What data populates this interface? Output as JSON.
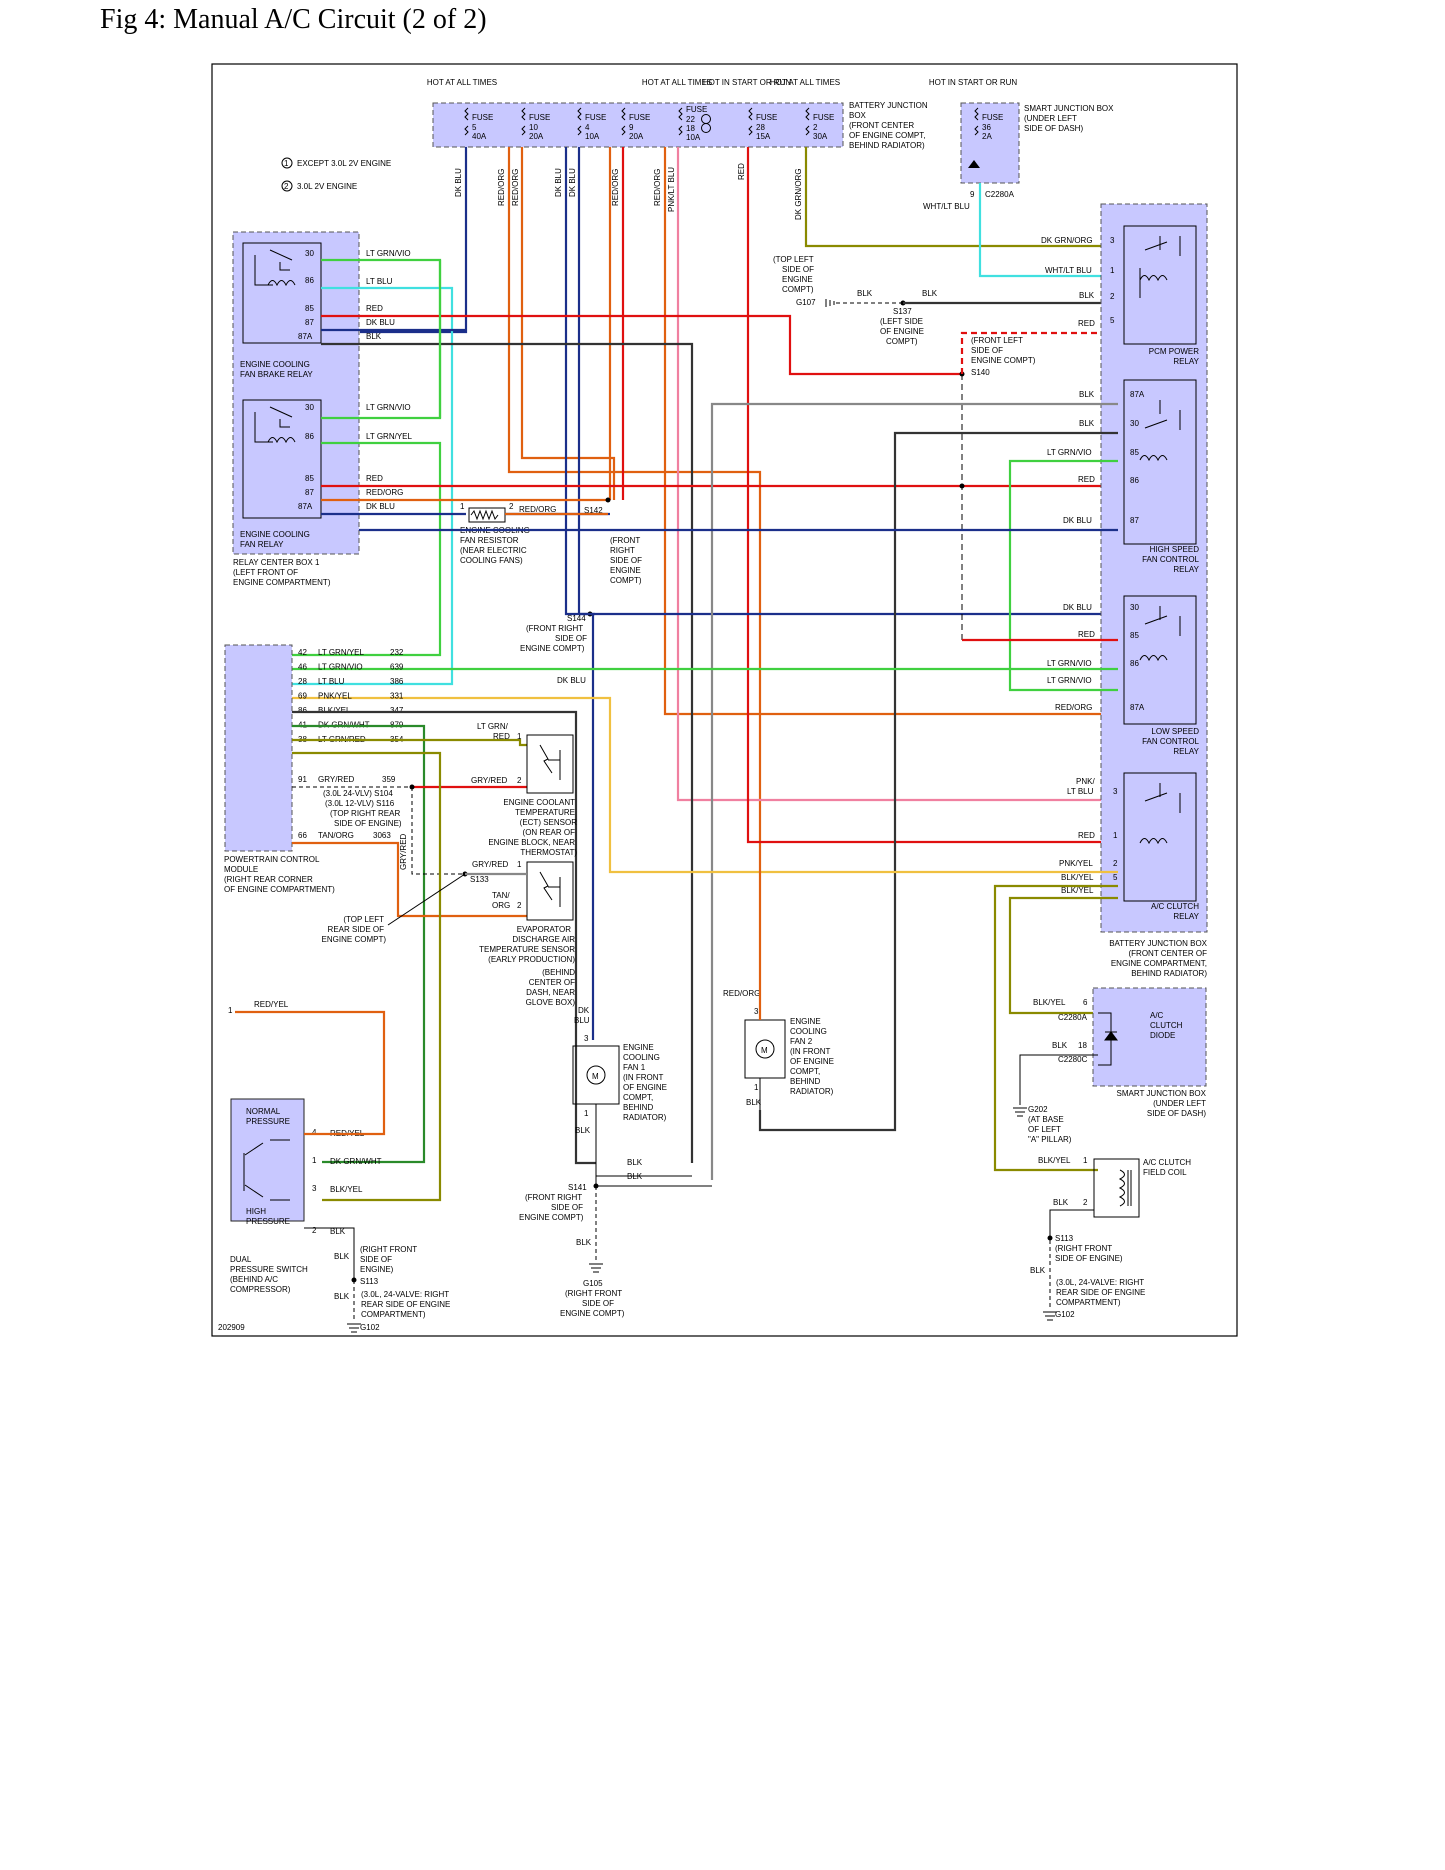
{
  "figure": {
    "title": "Fig 4: Manual A/C Circuit (2 of 2)",
    "code": "202909",
    "notes": {
      "n1": "EXCEPT 3.0L 2V ENGINE",
      "n2": "3.0L 2V ENGINE"
    }
  },
  "colors": {
    "DK_BLU": "#1b2f8a",
    "RED": "#e01010",
    "RED_ORG": "#e06010",
    "LT_GRN": "#40d040",
    "LT_BLU": "#40e0e0",
    "BLK": "#333333",
    "GRY": "#909090",
    "YEL": "#f0c040",
    "GRN_DK": "#8a8a00",
    "VIO": "#b080c0",
    "PNK": "#f080a0",
    "box_fill": "#c8c8ff"
  },
  "top": {
    "hot1": "HOT AT ALL TIMES",
    "hot2": "HOT AT ALL TIMES",
    "hot3": "HOT IN START OR RUN",
    "hot4": "HOT AT ALL TIMES",
    "hot5": "HOT IN START OR RUN"
  },
  "fuses": {
    "f1": {
      "label": "FUSE",
      "num": "5",
      "amp": "40A"
    },
    "f2": {
      "label": "FUSE",
      "num": "10",
      "amp": "20A"
    },
    "f3": {
      "label": "FUSE",
      "num": "4",
      "amp": "10A"
    },
    "f4": {
      "label": "FUSE",
      "num": "9",
      "amp": "20A"
    },
    "f5": {
      "label": "FUSE",
      "num_a": "22",
      "num_b": "18",
      "amp": "10A"
    },
    "f6": {
      "label": "FUSE",
      "num": "28",
      "amp": "15A"
    },
    "f7": {
      "label": "FUSE",
      "num": "2",
      "amp": "30A"
    },
    "f8": {
      "label": "FUSE",
      "num": "36",
      "amp": "2A"
    }
  },
  "bjb_top": {
    "l1": "BATTERY JUNCTION",
    "l2": "BOX",
    "l3": "(FRONT CENTER",
    "l4": "OF ENGINE COMPT,",
    "l5": "BEHIND RADIATOR)"
  },
  "sjb_top": {
    "l1": "SMART JUNCTION BOX",
    "l2": "(UNDER LEFT",
    "l3": "SIDE OF DASH)",
    "pin": "9",
    "conn": "C2280A",
    "wire": "WHT/LT BLU"
  },
  "vert_wires": {
    "v1": "DK BLU",
    "v2": "RED/ORG",
    "v3": "RED/ORG",
    "v4": "DK BLU",
    "v5": "DK BLU",
    "v6": "RED/ORG",
    "v7": "RED/ORG",
    "v8": "PNK/LT BLU",
    "v9": "RED",
    "v10": "DK GRN/ORG"
  },
  "brake_relay": {
    "title1": "ENGINE COOLING",
    "title2": "FAN BRAKE RELAY",
    "p30": "30",
    "p86": "86",
    "p85": "85",
    "p87": "87",
    "p87a": "87A",
    "w30": "LT GRN/VIO",
    "w86": "LT BLU",
    "w85": "RED",
    "w87": "DK BLU",
    "w87a": "BLK"
  },
  "fan_relay": {
    "title1": "ENGINE COOLING",
    "title2": "FAN RELAY",
    "p30": "30",
    "p86": "86",
    "p85": "85",
    "p87": "87",
    "p87a": "87A",
    "w30": "LT GRN/VIO",
    "w86": "LT GRN/YEL",
    "w85": "RED",
    "w87": "RED/ORG",
    "w87a": "DK BLU"
  },
  "rcb": {
    "l1": "RELAY CENTER BOX 1",
    "l2": "(LEFT FRONT OF",
    "l3": "ENGINE COMPARTMENT)"
  },
  "resistor": {
    "p1": "1",
    "p2": "2",
    "wire": "RED/ORG",
    "splice": "S142",
    "l1": "ENGINE COOLING",
    "l2": "FAN RESISTOR",
    "l3": "(NEAR ELECTRIC",
    "l4": "COOLING FANS)",
    "s142_loc1": "(FRONT",
    "s142_loc2": "RIGHT",
    "s142_loc3": "SIDE OF",
    "s142_loc4": "ENGINE",
    "s142_loc5": "COMPT)"
  },
  "s144": {
    "name": "S144",
    "l1": "(FRONT RIGHT",
    "l2": "SIDE OF",
    "l3": "ENGINE COMPT)",
    "wire": "DK BLU"
  },
  "g107": {
    "l1": "(TOP LEFT",
    "l2": "SIDE OF",
    "l3": "ENGINE",
    "l4": "COMPT)",
    "name": "G107",
    "w1": "BLK",
    "w2": "BLK",
    "s137": "S137",
    "s137_l1": "(LEFT SIDE",
    "s137_l2": "OF ENGINE",
    "s137_l3": "COMPT)"
  },
  "s140": {
    "l1": "(FRONT LEFT",
    "l2": "SIDE OF",
    "l3": "ENGINE COMPT)",
    "name": "S140"
  },
  "pcm_relay": {
    "title1": "PCM POWER",
    "title2": "RELAY",
    "w3": "DK GRN/ORG",
    "w1": "WHT/LT BLU",
    "w2": "BLK",
    "w5": "RED",
    "p3": "3",
    "p1": "1",
    "p2": "2",
    "p5": "5"
  },
  "hs_relay": {
    "title1": "HIGH SPEED",
    "title2": "FAN CONTROL",
    "title3": "RELAY",
    "w87a": "BLK",
    "w30": "BLK",
    "w85": "LT GRN/VIO",
    "w86": "RED",
    "w87": "DK BLU",
    "p87a": "87A",
    "p30": "30",
    "p85": "85",
    "p86": "86",
    "p87": "87"
  },
  "ls_relay": {
    "title1": "LOW SPEED",
    "title2": "FAN CONTROL",
    "title3": "RELAY",
    "w30": "DK BLU",
    "w85": "RED",
    "w86": "LT GRN/VIO",
    "w86b": "LT GRN/VIO",
    "w87a": "RED/ORG",
    "p30": "30",
    "p85": "85",
    "p86": "86",
    "p87a": "87A"
  },
  "ac_relay": {
    "title1": "A/C CLUTCH",
    "title2": "RELAY",
    "w3a": "PNK/",
    "w3b": "LT BLU",
    "w1": "RED",
    "w2": "PNK/YEL",
    "w5": "BLK/YEL",
    "w5b": "BLK/YEL",
    "p3": "3",
    "p1": "1",
    "p2": "2",
    "p5": "5"
  },
  "bjb_bottom": {
    "l1": "BATTERY JUNCTION BOX",
    "l2": "(FRONT CENTER OF",
    "l3": "ENGINE COMPARTMENT,",
    "l4": "BEHIND RADIATOR)"
  },
  "pcm": {
    "l1": "POWERTRAIN CONTROL",
    "l2": "MODULE",
    "l3": "(RIGHT REAR CORNER",
    "l4": "OF ENGINE COMPARTMENT)",
    "pins": [
      {
        "pin": "42",
        "wire": "LT GRN/YEL",
        "circ": "232"
      },
      {
        "pin": "46",
        "wire": "LT GRN/VIO",
        "circ": "639"
      },
      {
        "pin": "28",
        "wire": "LT BLU",
        "circ": "386"
      },
      {
        "pin": "69",
        "wire": "PNK/YEL",
        "circ": "331"
      },
      {
        "pin": "86",
        "wire": "BLK/YEL",
        "circ": "347"
      },
      {
        "pin": "41",
        "wire": "DK GRN/WHT",
        "circ": "879"
      },
      {
        "pin": "38",
        "wire": "LT GRN/RED",
        "circ": "354"
      }
    ],
    "p91": "91",
    "w91": "GRY/RED",
    "c91": "359",
    "p66": "66",
    "w66": "TAN/ORG",
    "c66": "3063",
    "s104": "(3.0L 24-VLV)   S104",
    "s116": "(3.0L 12-VLV)   S116",
    "s_l1": "(TOP RIGHT REAR",
    "s_l2": "SIDE OF ENGINE)",
    "vwire": "GRY/RED"
  },
  "ect": {
    "w1a": "LT GRN/",
    "w1b": "RED",
    "p1": "1",
    "w2": "GRY/RED",
    "p2": "2",
    "l1": "ENGINE COOLANT",
    "l2": "TEMPERATURE",
    "l3": "(ECT) SENSOR",
    "l4": "(ON REAR OF",
    "l5": "ENGINE BLOCK, NEAR",
    "l6": "THERMOSTAT)"
  },
  "evap": {
    "w1": "GRY/RED",
    "p1": "1",
    "w2a": "TAN/",
    "w2b": "ORG",
    "p2": "2",
    "s133": "S133",
    "l1": "EVAPORATOR",
    "l2": "DISCHARGE AIR",
    "l3": "TEMPERATURE SENSOR",
    "l4": "(EARLY PRODUCTION)",
    "l5": "(BEHIND",
    "l6": "CENTER OF",
    "l7": "DASH, NEAR",
    "l8": "GLOVE BOX)",
    "loc1": "(TOP LEFT",
    "loc2": "REAR SIDE OF",
    "loc3": "ENGINE COMPT)"
  },
  "fan1": {
    "w_top1": "DK",
    "w_top2": "BLU",
    "p3": "3",
    "p1": "1",
    "w_bot": "BLK",
    "motor": "M",
    "l1": "ENGINE",
    "l2": "COOLING",
    "l3": "FAN 1",
    "l4": "(IN FRONT",
    "l5": "OF ENGINE",
    "l6": "COMPT,",
    "l7": "BEHIND",
    "l8": "RADIATOR)"
  },
  "fan2": {
    "w_top": "RED/ORG",
    "p3": "3",
    "p1": "1",
    "w_bot": "BLK",
    "motor": "M",
    "l1": "ENGINE",
    "l2": "COOLING",
    "l3": "FAN 2",
    "l4": "(IN FRONT",
    "l5": "OF ENGINE",
    "l6": "COMPT,",
    "l7": "BEHIND",
    "l8": "RADIATOR)"
  },
  "s141": {
    "name": "S141",
    "l1": "(FRONT RIGHT",
    "l2": "SIDE OF",
    "l3": "ENGINE COMPT)",
    "w1": "BLK",
    "w2": "BLK",
    "w3": "BLK"
  },
  "g105": {
    "name": "G105",
    "l1": "(RIGHT FRONT",
    "l2": "SIDE OF",
    "l3": "ENGINE COMPT)"
  },
  "switch": {
    "pin1": "1",
    "w_in": "RED/YEL",
    "normal1": "NORMAL",
    "normal2": "PRESSURE",
    "high1": "HIGH",
    "high2": "PRESSURE",
    "p4": "4",
    "w4": "RED/YEL",
    "p1": "1",
    "w1": "DK GRN/WHT",
    "p3": "3",
    "w3": "BLK/YEL",
    "p2": "2",
    "w2": "BLK",
    "l1": "DUAL",
    "l2": "PRESSURE SWITCH",
    "l3": "(BEHIND A/C",
    "l4": "COMPRESSOR)",
    "w_blk1": "BLK",
    "s_l1": "(RIGHT FRONT",
    "s_l2": "SIDE OF",
    "s_l3": "ENGINE)",
    "s113": "S113",
    "w_blk2": "BLK",
    "g_l1": "(3.0L, 24-VALVE: RIGHT",
    "g_l2": "REAR SIDE OF ENGINE",
    "g_l3": "COMPARTMENT)",
    "g102": "G102"
  },
  "sjb_bottom": {
    "w6": "BLK/YEL",
    "p6": "6",
    "c1": "C2280A",
    "w18": "BLK",
    "p18": "18",
    "c2": "C2280C",
    "d1": "A/C",
    "d2": "CLUTCH",
    "d3": "DIODE",
    "l1": "SMART JUNCTION BOX",
    "l2": "(UNDER LEFT",
    "l3": "SIDE OF DASH)",
    "g202": "G202",
    "g_l1": "(AT BASE",
    "g_l2": "OF LEFT",
    "g_l3": "\"A\" PILLAR)"
  },
  "coil": {
    "w1": "BLK/YEL",
    "p1": "1",
    "w2": "BLK",
    "p2": "2",
    "l1": "A/C CLUTCH",
    "l2": "FIELD COIL",
    "s113": "S113",
    "s_l1": "(RIGHT FRONT",
    "s_l2": "SIDE OF ENGINE)",
    "w3": "BLK",
    "g_l1": "(3.0L, 24-VALVE: RIGHT",
    "g_l2": "REAR SIDE OF ENGINE",
    "g_l3": "COMPARTMENT)",
    "g102": "G102"
  }
}
